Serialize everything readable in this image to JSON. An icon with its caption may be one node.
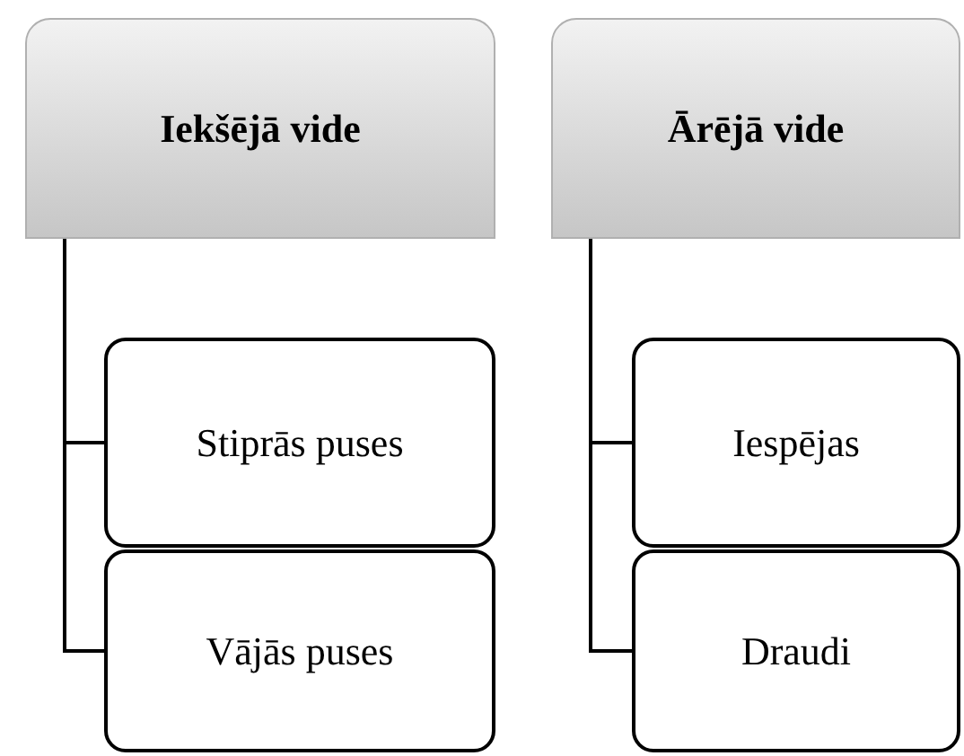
{
  "diagram": {
    "nodes": [
      {
        "text": [
          "Iekšējā vide"
        ]
      },
      {
        "text": [
          "Stiprās puses"
        ]
      },
      {
        "text": [
          "Vājās puses"
        ]
      },
      {
        "text": [
          "Ārējā vide"
        ]
      },
      {
        "text": [
          "Iespējas"
        ]
      },
      {
        "text": [
          "Draudi"
        ]
      }
    ],
    "edges": [
      {
        "from": 0,
        "to": 1,
        "arrow": "none"
      },
      {
        "from": 0,
        "to": 2,
        "arrow": "none"
      },
      {
        "from": 3,
        "to": 4,
        "arrow": "none"
      },
      {
        "from": 3,
        "to": 5,
        "arrow": "none"
      }
    ]
  }
}
